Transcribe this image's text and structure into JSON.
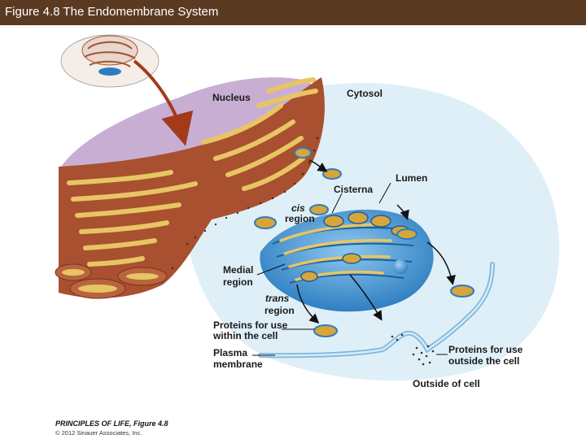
{
  "title": "Figure 4.8 The Endomembrane System",
  "labels": {
    "nucleus": "Nucleus",
    "cytosol": "Cytosol",
    "lumen": "Lumen",
    "cisterna": "Cisterna",
    "cis_italic": "cis",
    "cis_region": "region",
    "medial_line1": "Medial",
    "medial_line2": "region",
    "trans_italic": "trans",
    "trans_region": "region",
    "proteins_within_line1": "Proteins for use",
    "proteins_within_line2": "within the cell",
    "plasma_line1": "Plasma",
    "plasma_line2": "membrane",
    "proteins_outside_line1": "Proteins for use",
    "proteins_outside_line2": "outside the cell",
    "outside_of_cell": "Outside of cell"
  },
  "credit": {
    "book": "PRINCIPLES OF LIFE, Figure 4.8",
    "copyright": "© 2012 Sinauer Associates, Inc."
  },
  "colors": {
    "title_bar": "#5b3a22",
    "nucleus_purple": "#c9aed4",
    "cytosol_blue": "#cfe6f2",
    "er_rust": "#a8502f",
    "er_lumen_yellow": "#e7c565",
    "golgi_blue": "#3b8fd0",
    "arrow_black": "#111111",
    "thumbnail_arrow": "#a33a1a"
  }
}
